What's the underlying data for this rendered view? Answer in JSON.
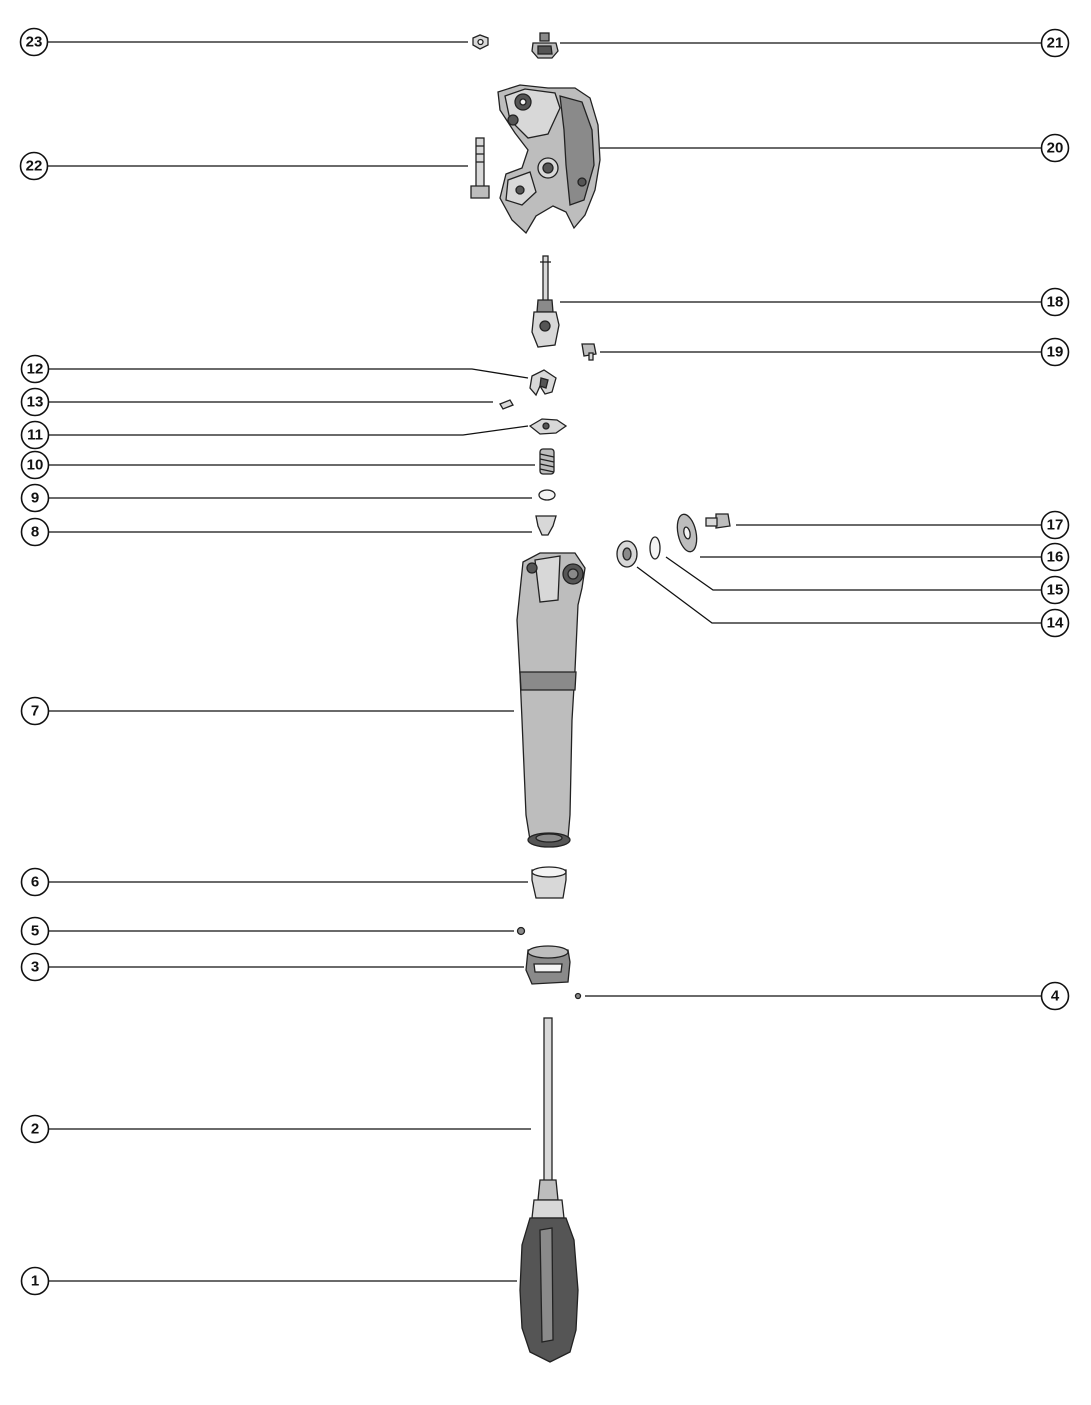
{
  "diagram": {
    "callouts": [
      {
        "id": "c23",
        "label": "23"
      },
      {
        "id": "c21",
        "label": "21"
      },
      {
        "id": "c22",
        "label": "22"
      },
      {
        "id": "c20",
        "label": "20"
      },
      {
        "id": "c18",
        "label": "18"
      },
      {
        "id": "c19",
        "label": "19"
      },
      {
        "id": "c12",
        "label": "12"
      },
      {
        "id": "c13",
        "label": "13"
      },
      {
        "id": "c11",
        "label": "11"
      },
      {
        "id": "c10",
        "label": "10"
      },
      {
        "id": "c9",
        "label": "9"
      },
      {
        "id": "c8",
        "label": "8"
      },
      {
        "id": "c17",
        "label": "17"
      },
      {
        "id": "c16",
        "label": "16"
      },
      {
        "id": "c15",
        "label": "15"
      },
      {
        "id": "c14",
        "label": "14"
      },
      {
        "id": "c7",
        "label": "7"
      },
      {
        "id": "c6",
        "label": "6"
      },
      {
        "id": "c5",
        "label": "5"
      },
      {
        "id": "c3",
        "label": "3"
      },
      {
        "id": "c4",
        "label": "4"
      },
      {
        "id": "c2",
        "label": "2"
      },
      {
        "id": "c1",
        "label": "1"
      }
    ]
  }
}
